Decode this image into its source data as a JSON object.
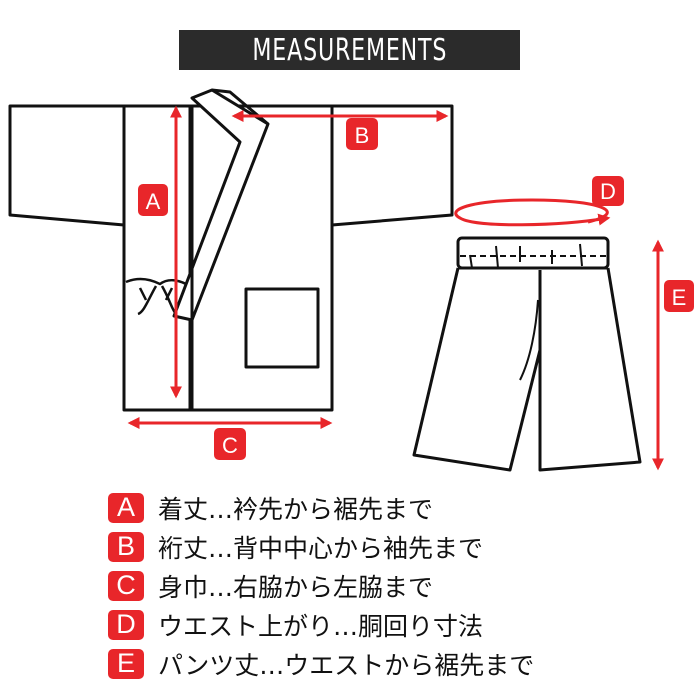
{
  "title": "MEASUREMENTS",
  "colors": {
    "accent": "#e8262a",
    "title_bg": "#2b2b2b",
    "line": "#111111"
  },
  "diagram_labels": {
    "a": "A",
    "b": "B",
    "c": "C",
    "d": "D",
    "e": "E"
  },
  "legend": [
    {
      "letter": "A",
      "text": "着丈…衿先から裾先まで"
    },
    {
      "letter": "B",
      "text": "裄丈…背中中心から袖先まで"
    },
    {
      "letter": "C",
      "text": "身巾…右脇から左脇まで"
    },
    {
      "letter": "D",
      "text": "ウエスト上がり…胴回り寸法"
    },
    {
      "letter": "E",
      "text": "パンツ丈…ウエストから裾先まで"
    }
  ]
}
